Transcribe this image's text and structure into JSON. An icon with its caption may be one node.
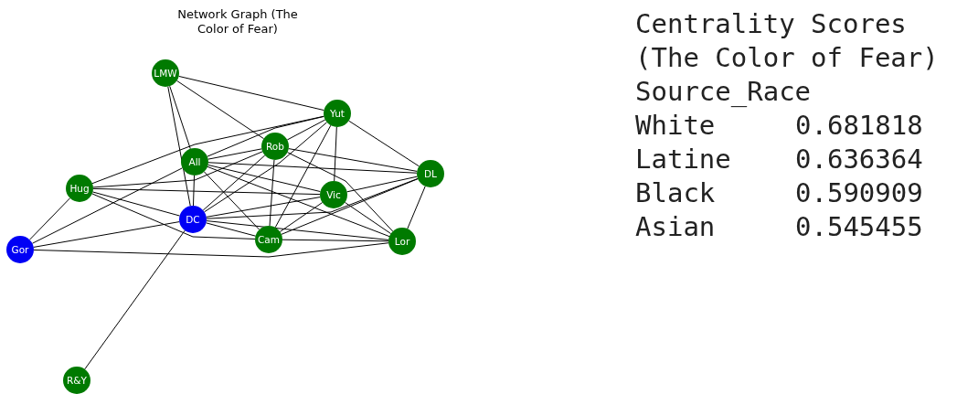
{
  "diagram": {
    "title": "Network Graph (The Color of Fear)",
    "nodes": [
      {
        "text": [
          "LMW"
        ]
      },
      {
        "text": [
          "Yut"
        ]
      },
      {
        "text": [
          "Rob"
        ]
      },
      {
        "text": [
          "All"
        ]
      },
      {
        "text": [
          "DL"
        ]
      },
      {
        "text": [
          "Hug"
        ]
      },
      {
        "text": [
          "Vic"
        ]
      },
      {
        "text": [
          "DC"
        ]
      },
      {
        "text": [
          "Cam"
        ]
      },
      {
        "text": [
          "Lor"
        ]
      },
      {
        "text": [
          "Gor"
        ]
      },
      {
        "text": [
          "R&Y"
        ]
      }
    ],
    "edges": [
      {
        "from": 0,
        "to": 1,
        "arrow": "none"
      },
      {
        "from": 0,
        "to": 2,
        "arrow": "none"
      },
      {
        "from": 0,
        "to": 3,
        "arrow": "none"
      },
      {
        "from": 0,
        "to": 7,
        "arrow": "none"
      },
      {
        "from": 1,
        "to": 2,
        "arrow": "none"
      },
      {
        "from": 1,
        "to": 3,
        "arrow": "none"
      },
      {
        "from": 1,
        "to": 5,
        "arrow": "none"
      },
      {
        "from": 1,
        "to": 7,
        "arrow": "none"
      },
      {
        "from": 1,
        "to": 8,
        "arrow": "none"
      },
      {
        "from": 1,
        "to": 6,
        "arrow": "none"
      },
      {
        "from": 1,
        "to": 4,
        "arrow": "none"
      },
      {
        "from": 2,
        "to": 3,
        "arrow": "none"
      },
      {
        "from": 2,
        "to": 5,
        "arrow": "none"
      },
      {
        "from": 2,
        "to": 7,
        "arrow": "none"
      },
      {
        "from": 2,
        "to": 8,
        "arrow": "none"
      },
      {
        "from": 2,
        "to": 4,
        "arrow": "none"
      },
      {
        "from": 2,
        "to": 9,
        "arrow": "none"
      },
      {
        "from": 3,
        "to": 7,
        "arrow": "none"
      },
      {
        "from": 3,
        "to": 10,
        "arrow": "none"
      },
      {
        "from": 3,
        "to": 6,
        "arrow": "none"
      },
      {
        "from": 3,
        "to": 4,
        "arrow": "none"
      },
      {
        "from": 3,
        "to": 9,
        "arrow": "none"
      },
      {
        "from": 3,
        "to": 8,
        "arrow": "none"
      },
      {
        "from": 5,
        "to": 10,
        "arrow": "none"
      },
      {
        "from": 5,
        "to": 6,
        "arrow": "none"
      },
      {
        "from": 5,
        "to": 7,
        "arrow": "none"
      },
      {
        "from": 5,
        "to": 8,
        "arrow": "none"
      },
      {
        "from": 7,
        "to": 10,
        "arrow": "none"
      },
      {
        "from": 7,
        "to": 11,
        "arrow": "none"
      },
      {
        "from": 7,
        "to": 6,
        "arrow": "none"
      },
      {
        "from": 7,
        "to": 4,
        "arrow": "none"
      },
      {
        "from": 7,
        "to": 8,
        "arrow": "none"
      },
      {
        "from": 7,
        "to": 9,
        "arrow": "none"
      },
      {
        "from": 10,
        "to": 9,
        "arrow": "none"
      },
      {
        "from": 6,
        "to": 8,
        "arrow": "none"
      },
      {
        "from": 6,
        "to": 9,
        "arrow": "none"
      },
      {
        "from": 6,
        "to": 4,
        "arrow": "none"
      },
      {
        "from": 8,
        "to": 9,
        "arrow": "none"
      },
      {
        "from": 8,
        "to": 4,
        "arrow": "none"
      },
      {
        "from": 4,
        "to": 9,
        "arrow": "none"
      }
    ],
    "labels": [
      "Centrality Scores (The Color of Fear)",
      "Source_Race",
      "White",
      "0.681818",
      "Latine",
      "0.636364",
      "Black",
      "0.590909",
      "Asian",
      "0.545455"
    ]
  }
}
